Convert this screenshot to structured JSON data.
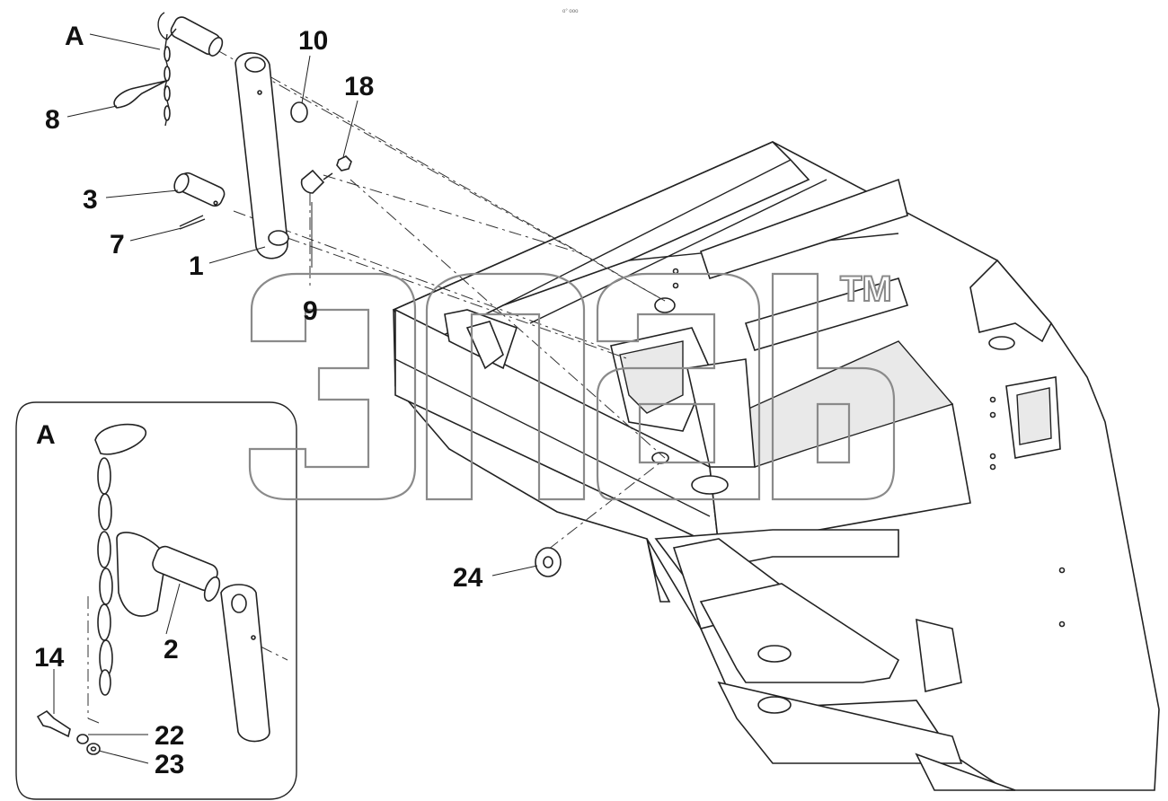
{
  "header_text": "o° ooo",
  "callouts": {
    "A_main": "A",
    "c8": "8",
    "c10": "10",
    "c18": "18",
    "c3": "3",
    "c7": "7",
    "c1": "1",
    "c9": "9",
    "c24": "24",
    "inset_title": "A",
    "c2": "2",
    "c14": "14",
    "c22": "22",
    "c23": "23"
  },
  "watermark": {
    "trademark": "TM"
  }
}
